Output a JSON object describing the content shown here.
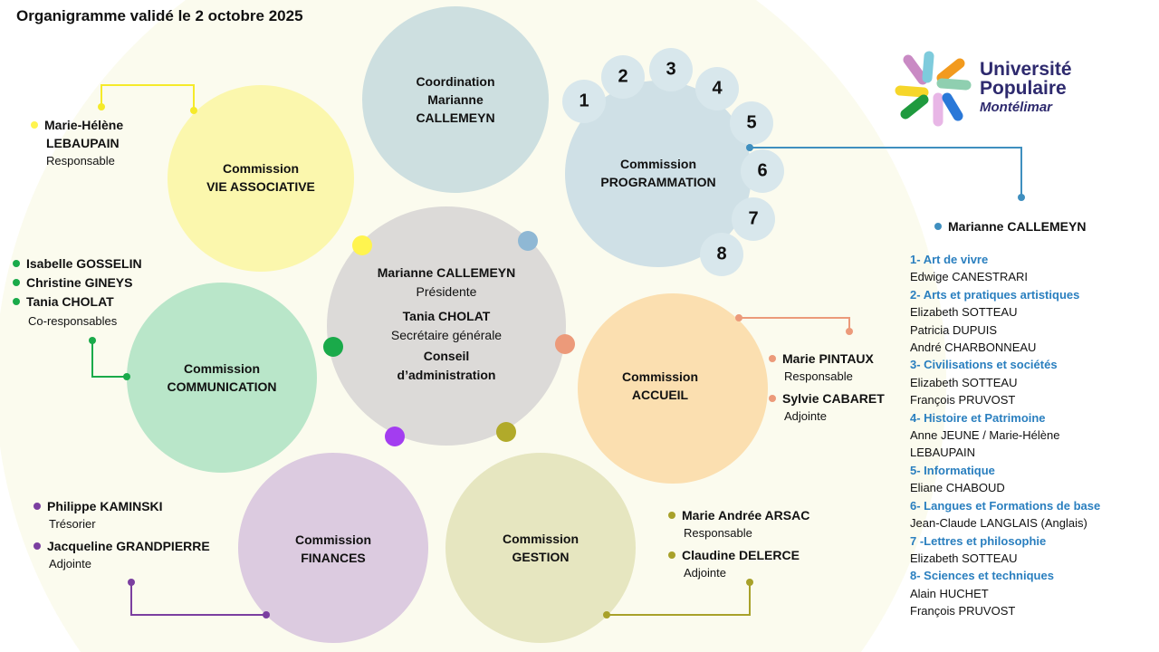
{
  "title": "Organigramme validé le 2 octobre 2025",
  "logo": {
    "line1": "Université",
    "line2": "Populaire",
    "line3": "Montélimar"
  },
  "coordination": {
    "label": "Coordination",
    "name1": "Marianne",
    "name2": "CALLEMEYN"
  },
  "center": {
    "p1": "Marianne CALLEMEYN",
    "r1": "Présidente",
    "p2": "Tania CHOLAT",
    "r2": "Secrétaire générale",
    "l1": "Conseil",
    "l2": "d’administration"
  },
  "commissions": {
    "vie": {
      "l1": "Commission",
      "l2": "VIE ASSOCIATIVE",
      "people": [
        "Marie-Hélène",
        "LEBAUPAIN"
      ],
      "role": "Responsable",
      "color": "#fff44f"
    },
    "prog": {
      "l1": "Commission",
      "l2": "PROGRAMMATION",
      "people": [
        "Marianne CALLEMEYN"
      ],
      "color": "#3f8fbf",
      "numbers": [
        "1",
        "2",
        "3",
        "4",
        "5",
        "6",
        "7",
        "8"
      ]
    },
    "comm": {
      "l1": "Commission",
      "l2": "COMMUNICATION",
      "people": [
        "Isabelle GOSSELIN",
        "Christine GINEYS",
        "Tania CHOLAT"
      ],
      "role": "Co-responsables",
      "color": "#1aaa4a"
    },
    "accueil": {
      "l1": "Commission",
      "l2": "ACCUEIL",
      "people": [
        "Marie PINTAUX",
        "Sylvie CABARET"
      ],
      "roles": [
        "Responsable",
        "Adjointe"
      ],
      "color": "#ec9a7a"
    },
    "fin": {
      "l1": "Commission",
      "l2": "FINANCES",
      "people": [
        "Philippe KAMINSKI",
        "Jacqueline GRANDPIERRE"
      ],
      "roles": [
        "Trésorier",
        "Adjointe"
      ],
      "color": "#7b3fa0"
    },
    "gest": {
      "l1": "Commission",
      "l2": "GESTION",
      "people": [
        "Marie Andrée ARSAC",
        "Claudine DELERCE"
      ],
      "roles": [
        "Responsable",
        "Adjointe"
      ],
      "color": "#a8a12a"
    }
  },
  "programmes": [
    {
      "h": "1- Art de vivre",
      "n": [
        "Edwige CANESTRARI"
      ]
    },
    {
      "h": "2- Arts et pratiques artistiques",
      "n": [
        "Elizabeth SOTTEAU",
        "Patricia DUPUIS",
        "André CHARBONNEAU"
      ]
    },
    {
      "h": "3- Civilisations et sociétés",
      "n": [
        "Elizabeth SOTTEAU",
        "François PRUVOST"
      ]
    },
    {
      "h": "4- Histoire et Patrimoine",
      "n": [
        "Anne JEUNE / Marie-Hélène",
        "LEBAUPAIN"
      ]
    },
    {
      "h": "5- Informatique",
      "n": [
        "Eliane CHABOUD"
      ]
    },
    {
      "h": "6- Langues et Formations de base",
      "n": [
        "Jean-Claude LANGLAIS (Anglais)"
      ]
    },
    {
      "h": "7 -Lettres et philosophie",
      "n": [
        "Elizabeth SOTTEAU"
      ]
    },
    {
      "h": "8- Sciences et techniques",
      "n": [
        "Alain HUCHET",
        "François PRUVOST"
      ]
    }
  ]
}
